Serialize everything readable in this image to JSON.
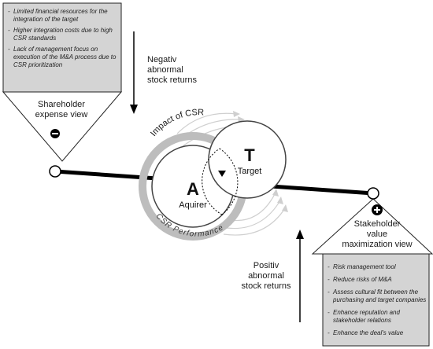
{
  "shareholder_box": {
    "items": [
      "Limited financial resources for the integration of the target",
      "Higher integration costs due to high CSR standards",
      "Lack of management focus on execution of the M&A process due to CSR prioritization"
    ],
    "title_line1": "Shareholder",
    "title_line2": "expense view",
    "sign": "−"
  },
  "stakeholder_box": {
    "title_line1": "Stakeholder",
    "title_line2": "value",
    "title_line3": "maximization view",
    "sign": "+",
    "items": [
      "Risk management tool",
      "Reduce risks of M&A",
      "Assess cultural fit between the purchasing and target companies",
      "Enhance reputation and stakeholder relations",
      "Enhance the deal's value"
    ]
  },
  "negative_returns": {
    "line1": "Negativ",
    "line2": "abnormal",
    "line3": "stock returns"
  },
  "positive_returns": {
    "line1": "Positiv",
    "line2": "abnormal",
    "line3": "stock returns"
  },
  "center": {
    "impact_label": "Impact of CSR",
    "performance_label": "CSR Performance",
    "acquirer_letter": "A",
    "acquirer_label": "Aquirer",
    "target_letter": "T",
    "target_label": "Target"
  },
  "colors": {
    "box_fill": "#d4d4d4",
    "ring_gray": "#bdbdbd",
    "arrow_gray": "#c8c8c8",
    "line_black": "#000000"
  }
}
